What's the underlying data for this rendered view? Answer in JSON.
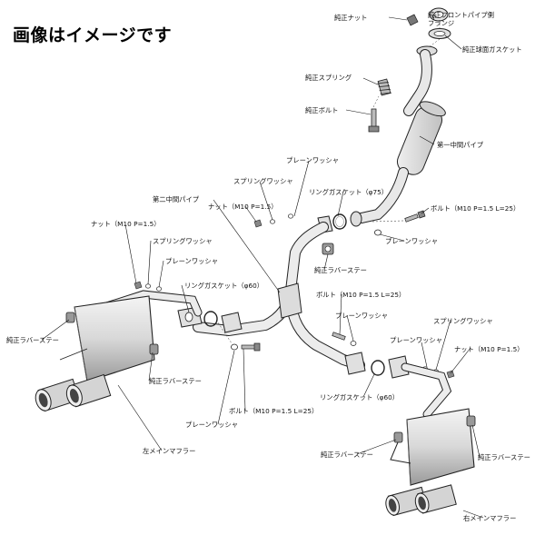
{
  "title": "画像はイメージです",
  "labels": {
    "stock_nut_top": "純正ナット",
    "front_pipe_flange_1": "純正フロントパイプ側",
    "front_pipe_flange_2": "フランジ",
    "stock_spherical_gasket": "純正球面ガスケット",
    "stock_spring": "純正スプリング",
    "stock_bolt": "純正ボルト",
    "first_mid_pipe": "第一中間パイプ",
    "plain_washer_a": "プレーンワッシャ",
    "spring_washer_a": "スプリングワッシャ",
    "ring_gasket_75": "リングガスケット（φ75）",
    "second_mid_pipe": "第二中間パイプ",
    "nut_a": "ナット（M10 P=1.5）",
    "bolt_right_top": "ボルト（M10 P=1.5 L=25）",
    "nut_b": "ナット（M10 P=1.5）",
    "plain_washer_b": "プレーンワッシャ",
    "spring_washer_b": "スプリングワッシャ",
    "stock_rubber_stay_center": "純正ラバーステー",
    "plain_washer_c": "プレーンワッシャ",
    "ring_gasket_60_left": "リングガスケット（φ60）",
    "bolt_center": "ボルト（M10 P=1.5 L=25）",
    "plain_washer_d": "プレーンワッシャ",
    "spring_washer_c": "スプリングワッシャ",
    "plain_washer_e": "プレーンワッシャ",
    "nut_c": "ナット（M10 P=1.5）",
    "stock_rubber_stay_left_1": "純正ラバーステー",
    "stock_rubber_stay_left_2": "純正ラバーステー",
    "ring_gasket_60_right": "リングガスケット（φ60）",
    "bolt_bottom_left": "ボルト（M10 P=1.5 L=25）",
    "plain_washer_f": "プレーンワッシャ",
    "left_main_muffler": "左メインマフラー",
    "stock_rubber_stay_right_1": "純正ラバーステー",
    "stock_rubber_stay_right_2": "純正ラバーステー",
    "right_main_muffler": "右メインマフラー"
  }
}
